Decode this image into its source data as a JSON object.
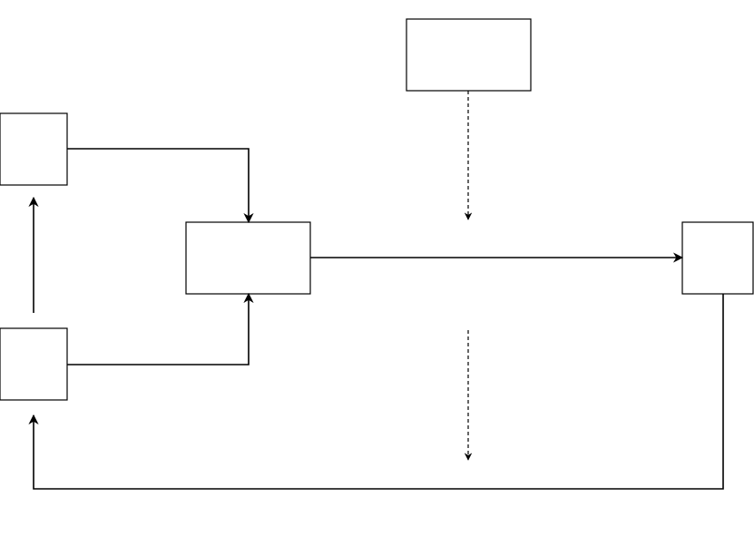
{
  "diagram": {
    "type": "block-diagram",
    "colors": {
      "stroke": "#000000",
      "fill": "#ffffff",
      "background": "#ffffff"
    },
    "blocks": [
      {
        "id": "block-top-center",
        "label": ""
      },
      {
        "id": "block-left-upper",
        "label": ""
      },
      {
        "id": "block-center",
        "label": ""
      },
      {
        "id": "block-right",
        "label": ""
      },
      {
        "id": "block-left-lower",
        "label": ""
      }
    ],
    "connections": [
      {
        "id": "left-upper-to-center",
        "from": "block-left-upper",
        "to": "block-center",
        "style": "solid"
      },
      {
        "id": "left-lower-to-center",
        "from": "block-left-lower",
        "to": "block-center",
        "style": "solid"
      },
      {
        "id": "left-lower-to-left-upper",
        "from": "block-left-lower",
        "to": "block-left-upper",
        "style": "solid"
      },
      {
        "id": "center-to-right",
        "from": "block-center",
        "to": "block-right",
        "style": "solid"
      },
      {
        "id": "right-feedback-to-left-lower",
        "from": "block-right",
        "to": "block-left-lower",
        "style": "solid"
      },
      {
        "id": "top-center-dashed-down",
        "from": "block-top-center",
        "to": "",
        "style": "dashed"
      },
      {
        "id": "lower-dashed-down",
        "from": "",
        "to": "",
        "style": "dashed"
      }
    ]
  }
}
